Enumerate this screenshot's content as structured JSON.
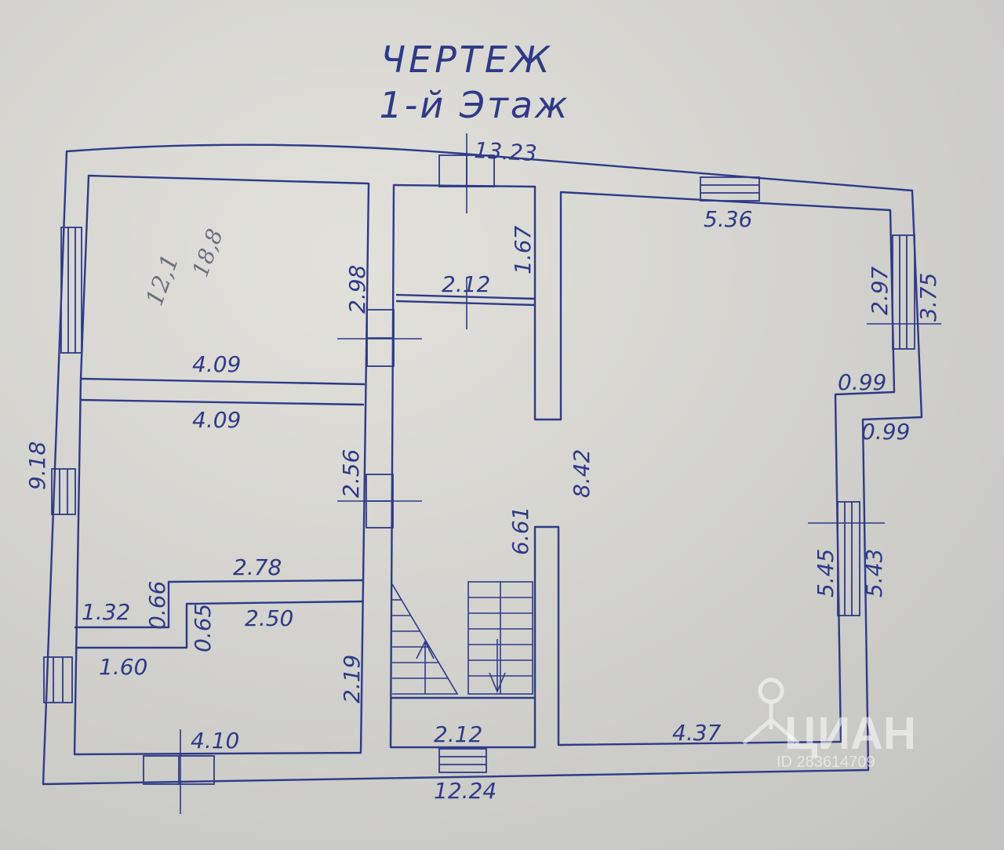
{
  "title": "ЧЕРТЕЖ",
  "subtitle": "1-й Этаж",
  "handwritten_note": {
    "a": "12,1",
    "b": "18,8"
  },
  "watermark": {
    "brand": "ЦИАН",
    "id": "ID 283614709"
  },
  "colors": {
    "line": "#2e3a86",
    "paper": "#d6d6d2"
  },
  "dimensions": {
    "top_total": "13.23",
    "bottom_total": "12.24",
    "left_total": "9.18",
    "room_tl_width": "4.09",
    "room_tl_height": "2.98",
    "room_ml_width": "4.09",
    "room_ml_height": "2.56",
    "step_width": "2.78",
    "step_height": "0.66",
    "nook_width": "1.32",
    "room_bl_width": "2.50",
    "room_bl_height": "0.65",
    "room_bl_left": "1.60",
    "room_bl_bottom": "4.10",
    "stair_height": "2.19",
    "small_room_height": "1.67",
    "small_room_width": "2.12",
    "corridor_length": "6.61",
    "hall_width": "2.12",
    "big_room_height": "8.42",
    "big_room_top": "5.36",
    "right_window_inner": "2.97",
    "right_window_outer": "3.75",
    "offset_inner": "0.99",
    "offset_outer": "0.99",
    "right_lower_inner": "5.45",
    "right_lower_outer": "5.43",
    "big_room_bottom": "4.37"
  }
}
